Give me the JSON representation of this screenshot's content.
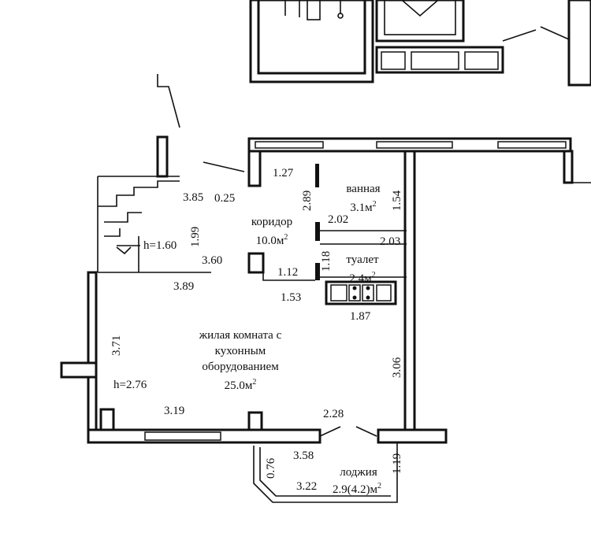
{
  "rooms": {
    "corridor": {
      "name": "коридор",
      "area": "10.0м",
      "area_sup": "2"
    },
    "bathroom": {
      "name": "ванная",
      "area": "3.1м",
      "area_sup": "2"
    },
    "toilet": {
      "name": "туалет",
      "area": "2.4м",
      "area_sup": "2"
    },
    "living": {
      "line1": "жилая комната с",
      "line2": "кухонным",
      "line3": "оборудованием",
      "area": "25.0м",
      "area_sup": "2",
      "height": "h=2.76"
    },
    "loggia": {
      "name": "лоджия",
      "area": "2.9(4.2)м",
      "area_sup": "2"
    },
    "stairs": {
      "height": "h=1.60"
    }
  },
  "dims": {
    "d127": "1.27",
    "d289": "2.89",
    "d154": "1.54",
    "d385": "3.85",
    "d025": "0.25",
    "d199": "1.99",
    "d202": "2.02",
    "d203": "2.03",
    "d118": "1.18",
    "d360": "3.60",
    "d112": "1.12",
    "d153": "1.53",
    "d389": "3.89",
    "d187": "1.87",
    "d371": "3.71",
    "d306": "3.06",
    "d319": "3.19",
    "d228": "2.28",
    "d076": "0.76",
    "d358": "3.58",
    "d119": "1.19",
    "d322": "3.22"
  }
}
